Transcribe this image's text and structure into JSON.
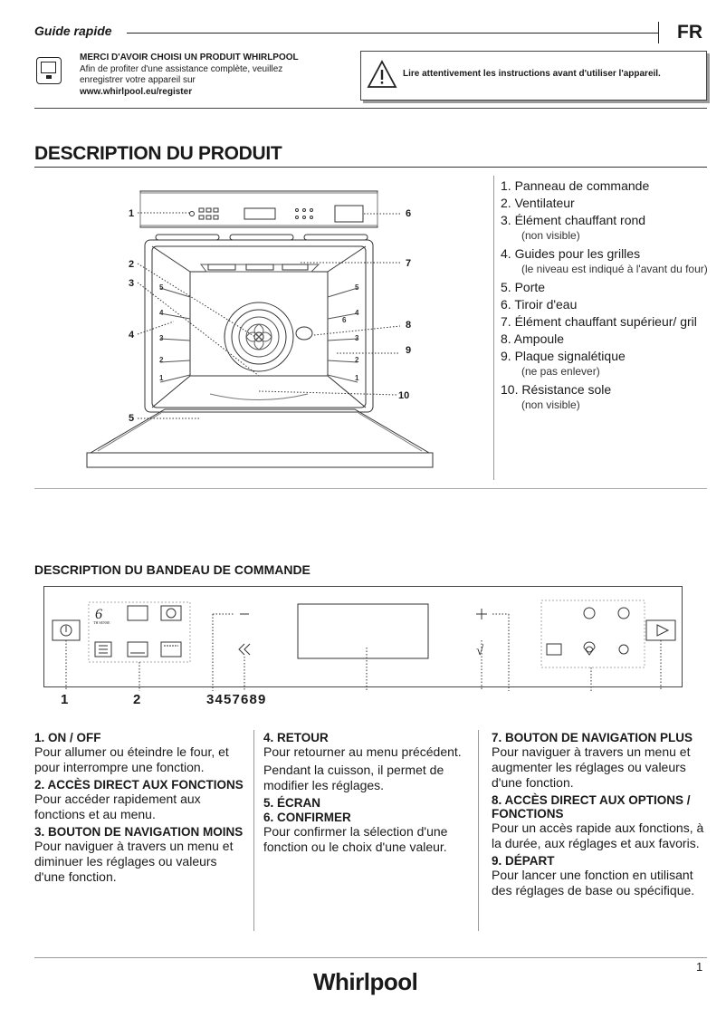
{
  "header": {
    "guide": "Guide rapide",
    "lang": "FR",
    "register_title": "MERCI D'AVOIR CHOISI UN PRODUIT WHIRLPOOL",
    "register_text": "Afin de profiter d'une assistance complète, veuillez enregistrer votre appareil sur",
    "register_url": "www.whirlpool.eu/register",
    "warning": "Lire attentivement les instructions avant d'utiliser l'appareil."
  },
  "product": {
    "title": "DESCRIPTION DU PRODUIT",
    "items": [
      {
        "label": "1. Panneau de commande",
        "sub": ""
      },
      {
        "label": "2. Ventilateur",
        "sub": ""
      },
      {
        "label": "3. Élément chauffant rond",
        "sub": "(non visible)"
      },
      {
        "label": "4. Guides pour les grilles",
        "sub": "(le niveau est indiqué à l'avant du four)"
      },
      {
        "label": "5. Porte",
        "sub": ""
      },
      {
        "label": "6. Tiroir d'eau",
        "sub": ""
      },
      {
        "label": "7. Élément chauffant supérieur/ gril",
        "sub": ""
      },
      {
        "label": "8. Ampoule",
        "sub": ""
      },
      {
        "label": "9. Plaque signalétique",
        "sub": "(ne pas enlever)"
      },
      {
        "label": "10. Résistance sole",
        "sub": "(non visible)"
      }
    ],
    "diagram_labels": {
      "l1": "1",
      "l2": "2",
      "l3": "3",
      "l4": "4",
      "l5": "5",
      "r6": "6",
      "r7": "7",
      "r8": "8",
      "r9": "9",
      "r10": "10",
      "levels": [
        "5",
        "4",
        "3",
        "2",
        "1"
      ],
      "six": "6"
    }
  },
  "panel": {
    "title": "DESCRIPTION DU BANDEAU DE COMMANDE",
    "sixth_sense": "6",
    "sixth_sub": "TH SENSE",
    "minus": "–",
    "plus": "+",
    "check": "√",
    "callouts": [
      "1",
      "2",
      "3 4 5 7 6 8 9"
    ]
  },
  "columns": {
    "c1": [
      {
        "h": "1. ON / OFF",
        "t": "Pour allumer ou éteindre le four, et pour interrompre une fonction."
      },
      {
        "h": "2. ACCÈS DIRECT AUX FONCTIONS",
        "t": "Pour accéder rapidement aux fonctions et au menu."
      },
      {
        "h": "3. BOUTON DE NAVIGATION MOINS",
        "t": "Pour naviguer à travers un menu et diminuer les réglages ou valeurs d'une fonction."
      }
    ],
    "c2": [
      {
        "h": "4. RETOUR",
        "t": "Pour retourner au menu précédent."
      },
      {
        "h": "",
        "t": "Pendant la cuisson, il permet de modifier les réglages."
      },
      {
        "h": "5. ÉCRAN",
        "t": ""
      },
      {
        "h": "6. CONFIRMER",
        "t": "Pour confirmer la sélection d'une fonction ou le choix d'une valeur."
      }
    ],
    "c3": [
      {
        "h": "7. BOUTON DE NAVIGATION PLUS",
        "t": "Pour naviguer à travers un menu et augmenter les réglages ou valeurs d'une fonction."
      },
      {
        "h": "8. ACCÈS DIRECT AUX OPTIONS / FONCTIONS",
        "t": "Pour un accès rapide aux fonctions, à la durée, aux réglages et aux favoris."
      },
      {
        "h": "9. DÉPART",
        "t": "Pour lancer une fonction en utilisant des réglages de base ou spécifique."
      }
    ]
  },
  "footer": {
    "page": "1",
    "brand": "Whirlpool"
  },
  "colors": {
    "text": "#1a1a1a",
    "warning_shadow": "#9a9a9a",
    "lines": "#444444"
  }
}
